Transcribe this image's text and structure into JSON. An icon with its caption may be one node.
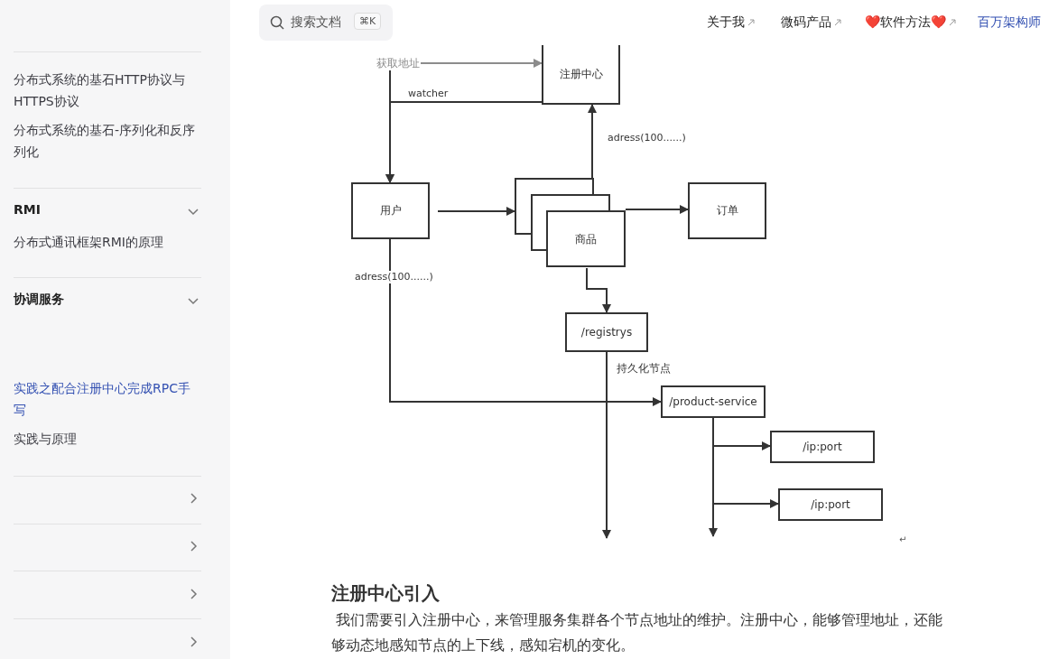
{
  "diagram": {
    "title": "注册中心引入",
    "nodes": [
      {
        "text": [
          "获取地址"
        ]
      },
      {
        "text": [
          "注册中心"
        ]
      },
      {
        "text": [
          "用户"
        ]
      },
      {
        "text": [
          "商品"
        ]
      },
      {
        "text": [
          "订单"
        ]
      },
      {
        "text": [
          "/registrys"
        ]
      },
      {
        "text": [
          "/product-service"
        ]
      },
      {
        "text": [
          "/ip:port"
        ]
      },
      {
        "text": [
          "/ip:port"
        ]
      }
    ],
    "edges": [
      {
        "from": 0,
        "to": 1,
        "arrow": "to",
        "color": "#8c8c8c"
      },
      {
        "from": 0,
        "to": 2,
        "arrow": "to"
      },
      {
        "from": 1,
        "to": 2,
        "arrow": "to",
        "label": "watcher"
      },
      {
        "from": 2,
        "to": 3,
        "arrow": "to"
      },
      {
        "from": 3,
        "to": 1,
        "arrow": "to",
        "label": "adress(100......)"
      },
      {
        "from": 3,
        "to": 4,
        "arrow": "to"
      },
      {
        "from": 3,
        "to": 5,
        "arrow": "to"
      },
      {
        "from": 2,
        "to": 6,
        "arrow": "to",
        "label": "adress(100......)"
      },
      {
        "from": 5,
        "to": null,
        "arrow": "to",
        "label": "持久化节点"
      },
      {
        "from": 6,
        "to": null,
        "arrow": "to"
      },
      {
        "from": 6,
        "to": 7,
        "arrow": "to"
      },
      {
        "from": 6,
        "to": 8,
        "arrow": "to"
      }
    ],
    "labels": [
      "分布式系统的基石HTTP协议与HTTPS协议",
      "分布式系统的基石-序列化和反序列化",
      "RMI",
      "分布式通讯框架RMI的原理",
      "协调服务",
      "实践之配合注册中心完成RPC手写",
      "实践与原理",
      "搜索文档",
      "⌘K",
      "关于我",
      "微码产品",
      "❤️软件方法❤️",
      "百万架构师",
      "我们需要引入注册中心，来管理服务集群各个节点地址的维护。注册中心，能够管理地址，还能够动态地感知节点的上下线，感知宕机的变化。",
      "↵"
    ]
  }
}
